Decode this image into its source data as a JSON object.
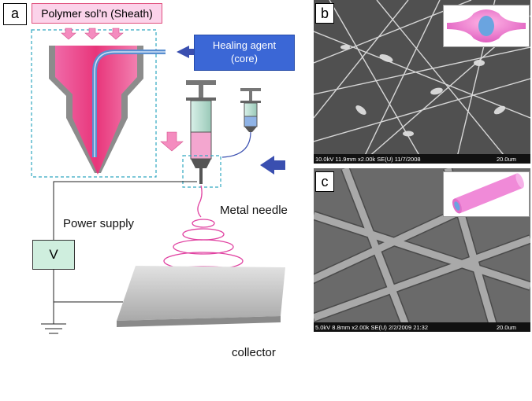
{
  "panels": {
    "a": "a",
    "b": "b",
    "c": "c"
  },
  "labels": {
    "polymer": "Polymer sol’n (Sheath)",
    "healing_line1": "Healing agent",
    "healing_line2": "(core)",
    "metal_needle": "Metal needle",
    "power_supply": "Power supply",
    "voltage": "V",
    "collector": "collector"
  },
  "sem_b": {
    "caption": "10.0kV 11.9mm x2.00k SE(U) 11/7/2008",
    "scale": "20.0um"
  },
  "sem_c": {
    "caption": "5.0kV 8.8mm x2.00k SE(U) 2/2/2009 21:32",
    "scale": "20.0um"
  },
  "colors": {
    "sheath_pink": "#e8357a",
    "core_blue": "#5a8fd0",
    "arrow_pink": "#f06aa8",
    "arrow_blue": "#3a4fb0",
    "healing_box": "#3b67d6",
    "supply_box": "#cfeede",
    "dashed_teal": "#30a8c0"
  }
}
